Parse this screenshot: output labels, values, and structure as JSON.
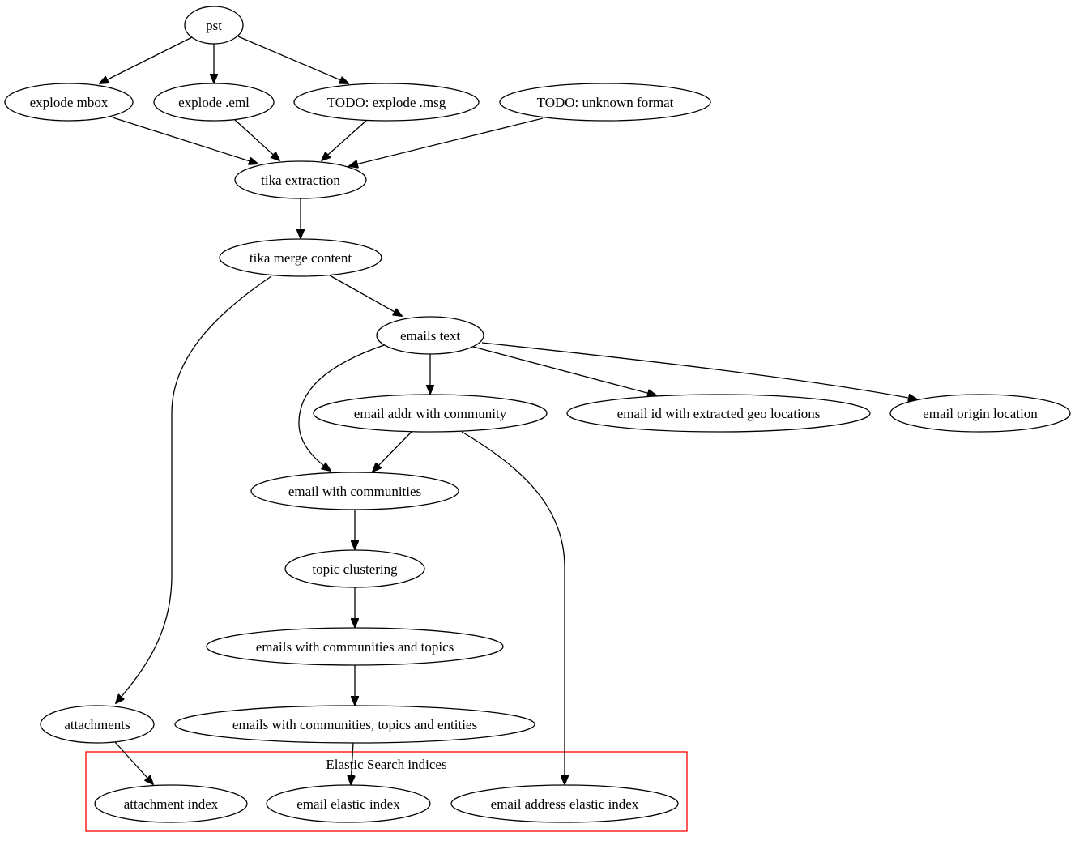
{
  "diagram": {
    "cluster": {
      "label": "Elastic Search indices",
      "border_color": "#ff0000"
    },
    "nodes": {
      "pst": "pst",
      "explode_mbox": "explode mbox",
      "explode_eml": "explode .eml",
      "todo_msg": "TODO: explode .msg",
      "todo_unknown": "TODO: unknown format",
      "tika_extraction": "tika extraction",
      "tika_merge": "tika merge content",
      "emails_text": "emails text",
      "email_addr_community": "email addr with community",
      "email_geo": "email id with extracted geo locations",
      "email_origin": "email origin location",
      "email_communities": "email with communities",
      "topic_clustering": "topic clustering",
      "emails_comm_topics": "emails with communities and topics",
      "emails_comm_topics_entities": "emails with communities, topics and entities",
      "attachments": "attachments",
      "attachment_index": "attachment index",
      "email_elastic_index": "email elastic index",
      "email_address_elastic_index": "email address elastic index"
    },
    "edges": [
      {
        "from": "pst",
        "to": "explode_mbox"
      },
      {
        "from": "pst",
        "to": "explode_eml"
      },
      {
        "from": "pst",
        "to": "todo_msg"
      },
      {
        "from": "explode_mbox",
        "to": "tika_extraction"
      },
      {
        "from": "explode_eml",
        "to": "tika_extraction"
      },
      {
        "from": "todo_msg",
        "to": "tika_extraction"
      },
      {
        "from": "todo_unknown",
        "to": "tika_extraction"
      },
      {
        "from": "tika_extraction",
        "to": "tika_merge"
      },
      {
        "from": "tika_merge",
        "to": "emails_text"
      },
      {
        "from": "tika_merge",
        "to": "attachments"
      },
      {
        "from": "emails_text",
        "to": "email_addr_community"
      },
      {
        "from": "emails_text",
        "to": "email_geo"
      },
      {
        "from": "emails_text",
        "to": "email_origin"
      },
      {
        "from": "emails_text",
        "to": "email_communities"
      },
      {
        "from": "email_addr_community",
        "to": "email_communities"
      },
      {
        "from": "email_addr_community",
        "to": "email_address_elastic_index"
      },
      {
        "from": "email_communities",
        "to": "topic_clustering"
      },
      {
        "from": "topic_clustering",
        "to": "emails_comm_topics"
      },
      {
        "from": "emails_comm_topics",
        "to": "emails_comm_topics_entities"
      },
      {
        "from": "emails_comm_topics_entities",
        "to": "email_elastic_index"
      },
      {
        "from": "attachments",
        "to": "attachment_index"
      }
    ]
  }
}
